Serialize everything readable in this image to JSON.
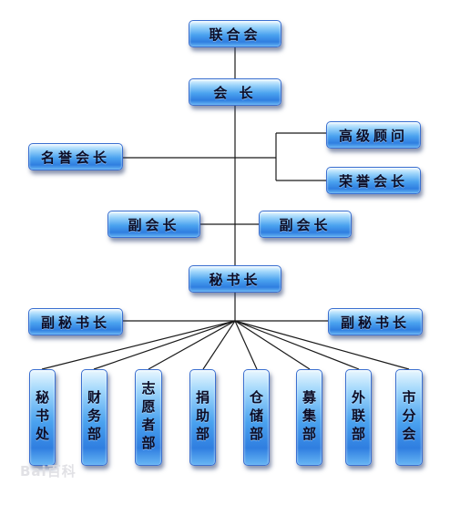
{
  "nodes": {
    "federation": "联合会",
    "president": "会 长",
    "honorary_chairman": "名誉会长",
    "senior_advisor": "高级顾问",
    "honorary_president": "荣誉会长",
    "vice_president_left": "副会长",
    "vice_president_right": "副会长",
    "secretary_general": "秘书长",
    "deputy_secretary_left": "副秘书长",
    "deputy_secretary_right": "副秘书长"
  },
  "departments": [
    "秘书处",
    "财务部",
    "志愿者部",
    "捐助部",
    "仓储部",
    "募集部",
    "外联部",
    "市分会"
  ],
  "watermark": "Bai百科"
}
